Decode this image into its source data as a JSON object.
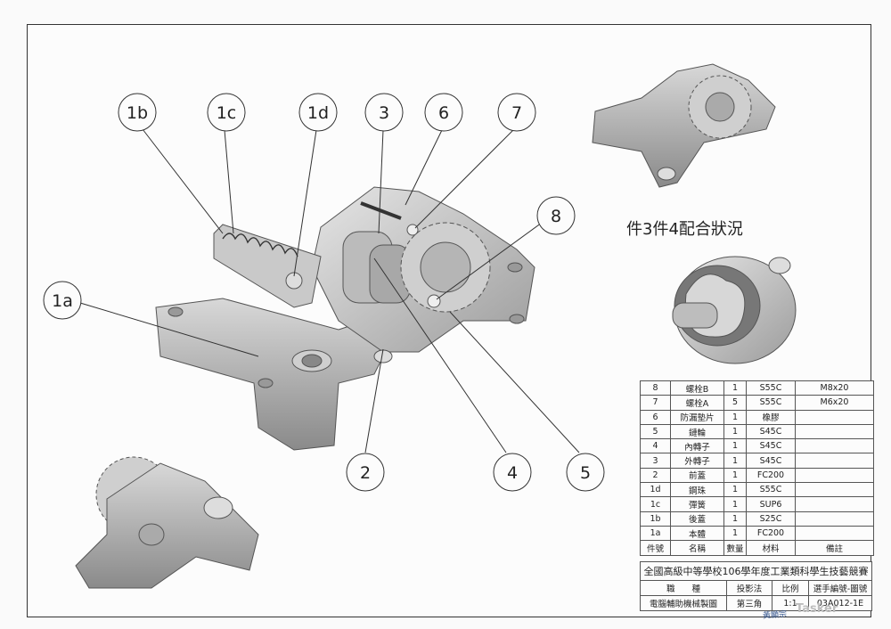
{
  "balloons": {
    "b1b": "1b",
    "b1c": "1c",
    "b1d": "1d",
    "b3": "3",
    "b6": "6",
    "b7": "7",
    "b8": "8",
    "b1a": "1a",
    "b2": "2",
    "b4": "4",
    "b5": "5"
  },
  "assembly_note": "件3件4配合狀況",
  "bom": {
    "rows": [
      {
        "no": "8",
        "name": "螺栓B",
        "qty": "1",
        "material": "S55C",
        "remark": "M8x20"
      },
      {
        "no": "7",
        "name": "螺栓A",
        "qty": "5",
        "material": "S55C",
        "remark": "M6x20"
      },
      {
        "no": "6",
        "name": "防漏墊片",
        "qty": "1",
        "material": "橡膠",
        "remark": ""
      },
      {
        "no": "5",
        "name": "鏈輪",
        "qty": "1",
        "material": "S45C",
        "remark": ""
      },
      {
        "no": "4",
        "name": "內轉子",
        "qty": "1",
        "material": "S45C",
        "remark": ""
      },
      {
        "no": "3",
        "name": "外轉子",
        "qty": "1",
        "material": "S45C",
        "remark": ""
      },
      {
        "no": "2",
        "name": "前蓋",
        "qty": "1",
        "material": "FC200",
        "remark": ""
      },
      {
        "no": "1d",
        "name": "鋼珠",
        "qty": "1",
        "material": "S55C",
        "remark": ""
      },
      {
        "no": "1c",
        "name": "彈簧",
        "qty": "1",
        "material": "SUP6",
        "remark": ""
      },
      {
        "no": "1b",
        "name": "後蓋",
        "qty": "1",
        "material": "S25C",
        "remark": ""
      },
      {
        "no": "1a",
        "name": "本體",
        "qty": "1",
        "material": "FC200",
        "remark": ""
      }
    ],
    "header": {
      "no": "件號",
      "name": "名稱",
      "qty": "數量",
      "material": "材料",
      "remark": "備註"
    }
  },
  "title_block": {
    "competition": "全國高級中等學校106學年度工業類科學生技藝競賽",
    "trade_label": "職　　種",
    "projection_label": "投影法",
    "scale_label": "比例",
    "id_label": "選手編號-圖號",
    "trade": "電腦輔助機械製圖",
    "projection": "第三角",
    "scale": "1:1",
    "drawing_no": "03A012-1E"
  },
  "signature": "黃顯宗",
  "watermark": "Tasker"
}
